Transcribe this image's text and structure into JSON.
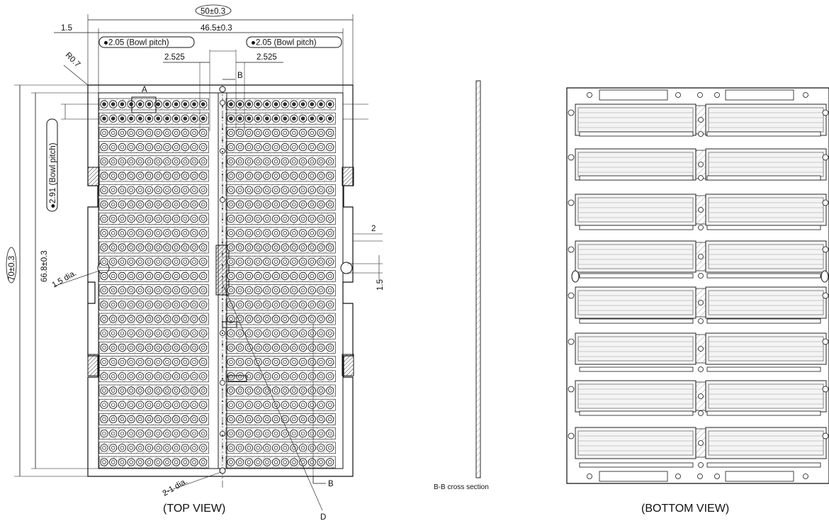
{
  "top_view": {
    "caption": "(TOP VIEW)",
    "dims": {
      "overall_width": "50±0.3",
      "inner_width": "46.5±0.3",
      "left_offset": "1.5",
      "radius": "R0.7",
      "bowl_pitch_left": "●2.05 (Bowl pitch)",
      "bowl_pitch_right": "●2.05 (Bowl pitch)",
      "pitch_left": "2.525",
      "pitch_right": "2.525",
      "section_mark_top": "B",
      "section_mark_bottom": "B",
      "detail_a": "A",
      "detail_d": "D",
      "bowl_pitch_vertical": "●2.91 (Bowl pitch)",
      "overall_height": "70±0.3",
      "inner_height": "66.8±0.3",
      "hole_left": "1.5 dia.",
      "hole_bottom": "2-1 dia.",
      "right_dim_2": "2",
      "right_dim_15": "1.5"
    }
  },
  "section": {
    "caption": "B-B cross section"
  },
  "bottom_view": {
    "caption": "(BOTTOM VIEW)"
  }
}
